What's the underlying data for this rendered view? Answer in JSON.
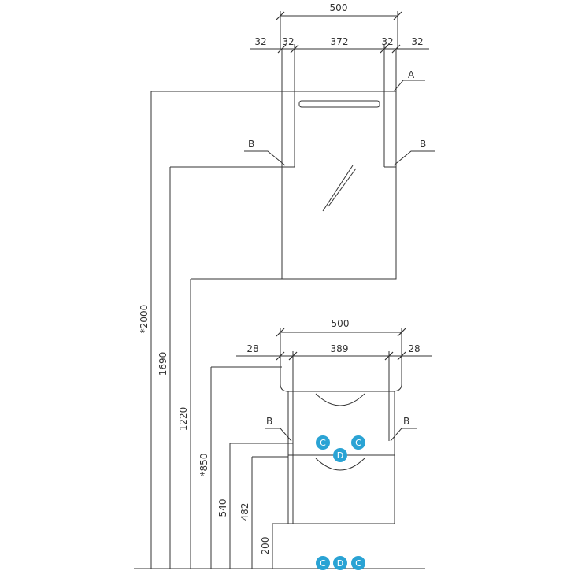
{
  "dims": {
    "mirror_width": "500",
    "mirror_side_left_a": "32",
    "mirror_side_left_b": "32",
    "mirror_inner": "372",
    "mirror_side_right_a": "32",
    "mirror_side_right_b": "32",
    "height_total": "*2000",
    "height_1690": "1690",
    "height_1220": "1220",
    "height_850": "*850",
    "height_540": "540",
    "height_482": "482",
    "height_200": "200",
    "cabinet_width": "500",
    "cabinet_side_left": "28",
    "cabinet_inner": "389",
    "cabinet_side_right": "28"
  },
  "callouts": {
    "a": "A",
    "b_mirror_left": "B",
    "b_mirror_right": "B",
    "b_cabinet_left": "B",
    "b_cabinet_right": "B"
  },
  "badges": {
    "c1": "C",
    "c2": "C",
    "d1": "D",
    "c3": "C",
    "d2": "D",
    "c4": "C"
  },
  "colors": {
    "badge": "#2aa3d4",
    "line": "#333333"
  }
}
